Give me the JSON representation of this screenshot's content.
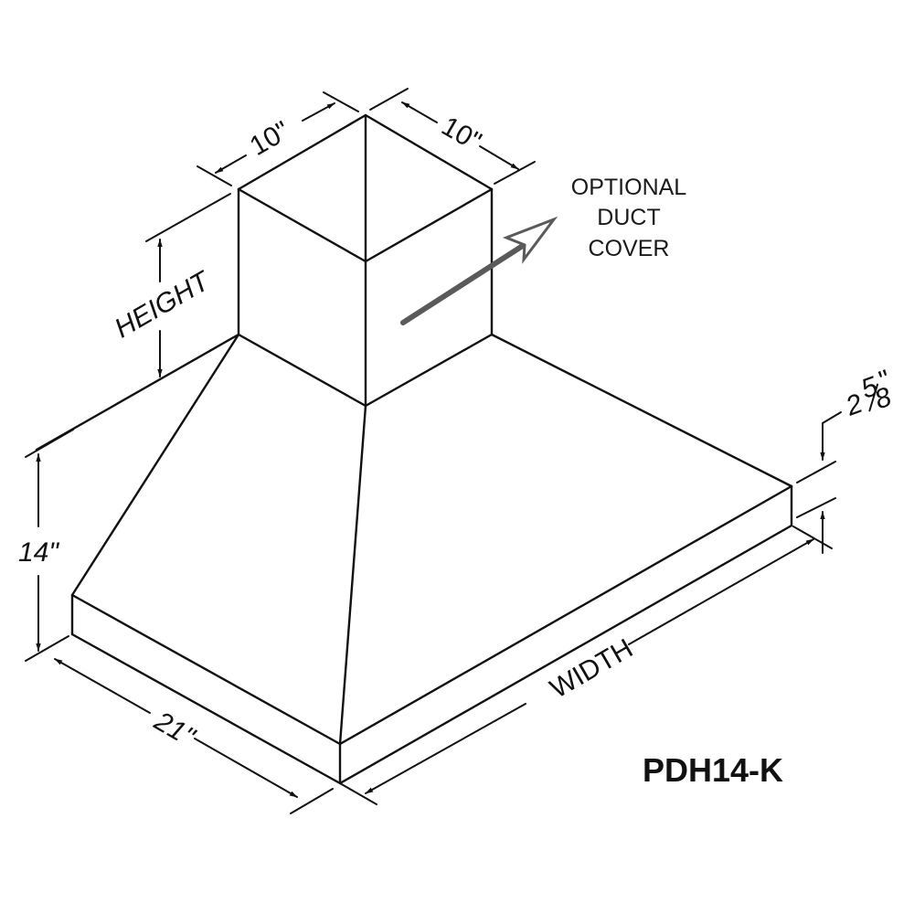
{
  "diagram": {
    "title": "Range hood isometric dimension drawing",
    "model_label": "PDH14-K",
    "colors": {
      "line": "#111111",
      "pointer_arrow": "#5a5a5a",
      "background": "#ffffff"
    },
    "dimensions": {
      "duct_width_left": "10\"",
      "duct_width_right": "10\"",
      "duct_height": "HEIGHT",
      "hood_height": "14\"",
      "hood_depth": "21\"",
      "hood_width": "WIDTH",
      "band_thickness_whole": "2",
      "band_thickness_num": "5",
      "band_thickness_den": "8",
      "band_thickness_inch": "\""
    },
    "callout": {
      "line1": "OPTIONAL",
      "line2": "DUCT",
      "line3": "COVER"
    }
  }
}
